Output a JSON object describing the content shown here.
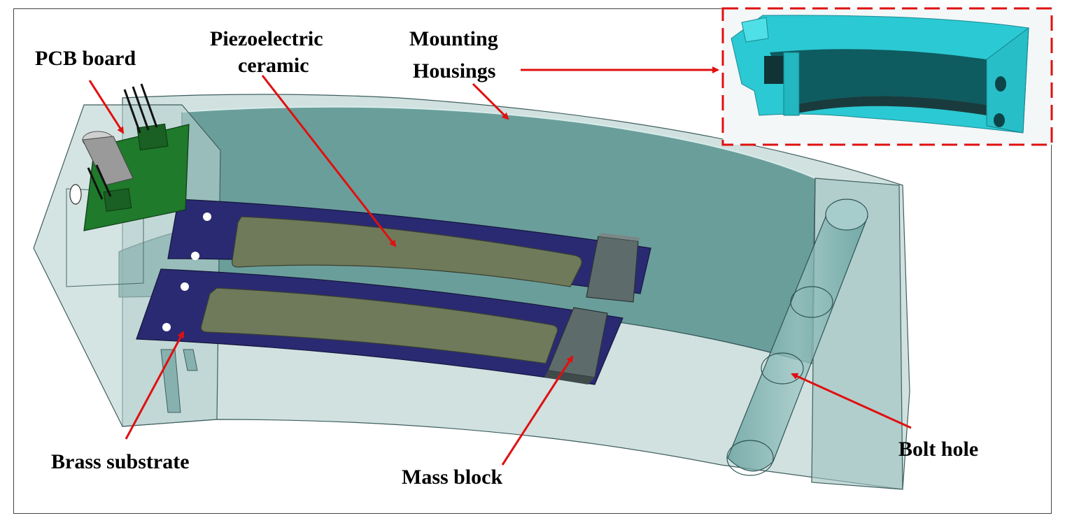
{
  "labels": {
    "pcb_board": "PCB board",
    "piezo_line1": "Piezoelectric",
    "piezo_line2": "ceramic",
    "mounting_line1": "Mounting",
    "mounting_line2": "Housings",
    "brass_substrate": "Brass substrate",
    "mass_block": "Mass block",
    "bolt_hole": "Bolt hole"
  },
  "colors": {
    "housing": "#8fb6b4",
    "housing_dark": "#4d8a88",
    "substrate": "#2a2a73",
    "ceramic": "#6f7a5b",
    "mass_block": "#5d6b6b",
    "pcb": "#1f7a2b",
    "arrow": "#e01010",
    "inset_housing": "#2bc9d3",
    "inset_border": "#e01010"
  }
}
